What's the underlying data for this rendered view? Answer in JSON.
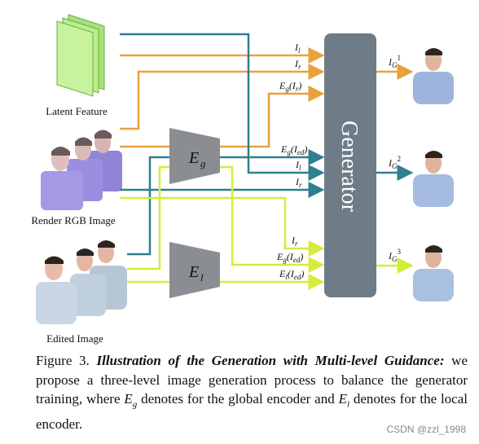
{
  "labels": {
    "latent": "Latent Feature",
    "render": "Render RGB Image",
    "edited": "Edited Image",
    "generator": "Generator",
    "eg_main": "E",
    "eg_sub": "g",
    "el_main": "E",
    "el_sub": "l"
  },
  "signals": {
    "l1": "I_l",
    "r1": "I_r",
    "egr": "E_g(I_r)",
    "eged1": "E_g(I_ed)",
    "l2": "I_l",
    "r2": "I_r",
    "r3": "I_r",
    "eged2": "E_g(I_ed)",
    "eled": "E_l(I_ed)"
  },
  "outputs": {
    "o1": "I_G^1",
    "o2": "I_G^2",
    "o3": "I_G^3"
  },
  "caption": {
    "figure": "Figure 3.",
    "title": "Illustration of the Generation with Multi-level Guidance:",
    "body_1": " we propose a three-level image generation process to balance the generator training, where ",
    "eg": "E_g",
    "body_2": " denotes for the global encoder and ",
    "el": "E_l",
    "body_3": " denotes for the local encoder."
  },
  "watermark": "CSDN @zzl_1998",
  "colors": {
    "orange": "#e8a13c",
    "teal": "#2f7f8f",
    "yellow": "#d6ec3a",
    "generator": "#6e7c87",
    "encoder": "#8a8d91",
    "latent": "#b9ee8a"
  }
}
